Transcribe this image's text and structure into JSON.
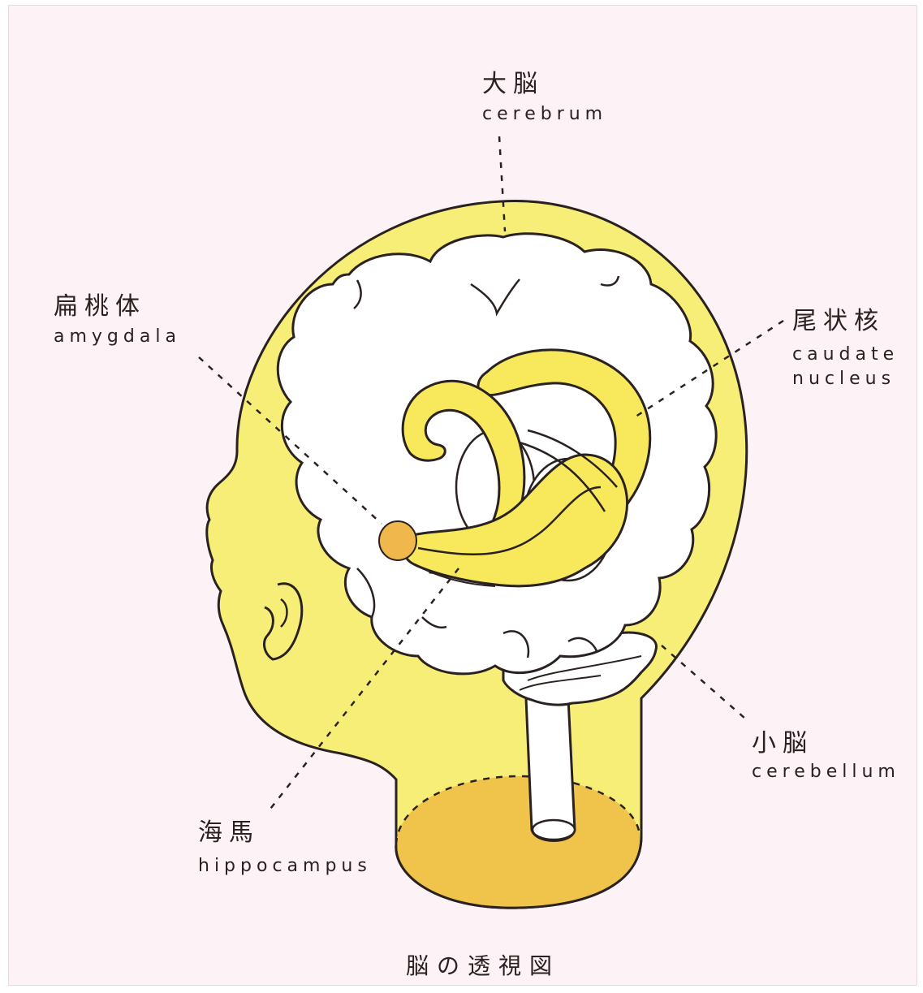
{
  "colors": {
    "background": "#fdf2f6",
    "head_fill": "#f7ee78",
    "brain_fill": "#ffffff",
    "structure_fill": "#f7e85c",
    "amygdala_fill": "#f0b84c",
    "neck_section_fill": "#f0c44a",
    "outline": "#2a2220"
  },
  "labels": {
    "cerebrum": {
      "jp": "大脳",
      "en": "cerebrum"
    },
    "amygdala": {
      "jp": "扁桃体",
      "en": "amygdala"
    },
    "caudate": {
      "jp": "尾状核",
      "en_line1": "caudate",
      "en_line2": "nucleus"
    },
    "cerebellum": {
      "jp": "小脳",
      "en": "cerebellum"
    },
    "hippocampus": {
      "jp": "海馬",
      "en": "hippocampus"
    }
  },
  "caption": "脳の透視図"
}
